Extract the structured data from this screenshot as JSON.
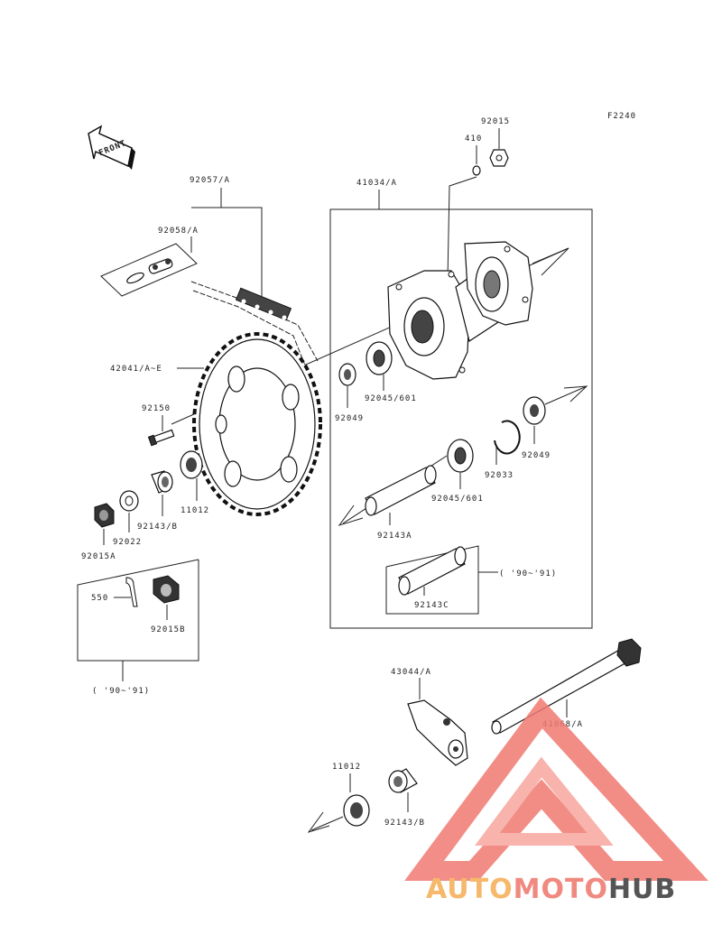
{
  "figure_code": "F2240",
  "front_label": "FRONT",
  "labels": {
    "p92015": "92015",
    "p410": "410",
    "p41034": "41034/A",
    "p92057": "92057/A",
    "p92058": "92058/A",
    "p42041": "42041/A~E",
    "p92045a": "92045/601",
    "p92049a": "92049",
    "p92150": "92150",
    "p92049b": "92049",
    "p92033": "92033",
    "p92045b": "92045/601",
    "p11012a": "11012",
    "p92143b_a": "92143/B",
    "p92022": "92022",
    "p92015A": "92015A",
    "p92143A": "92143A",
    "p92143C": "92143C",
    "note_years_a": "( '90~'91)",
    "p550": "550",
    "p92015B": "92015B",
    "note_years_b": "( '90~'91)",
    "p43044": "43044/A",
    "p41068": "41068/A",
    "p11012b": "11012",
    "p92143b_b": "92143/B"
  },
  "watermark": {
    "part1": "AUTO",
    "part2": "MOTO",
    "part3": "HUB",
    "color1": "#f6b86b",
    "color2": "#f08a80",
    "color3": "#555555"
  }
}
